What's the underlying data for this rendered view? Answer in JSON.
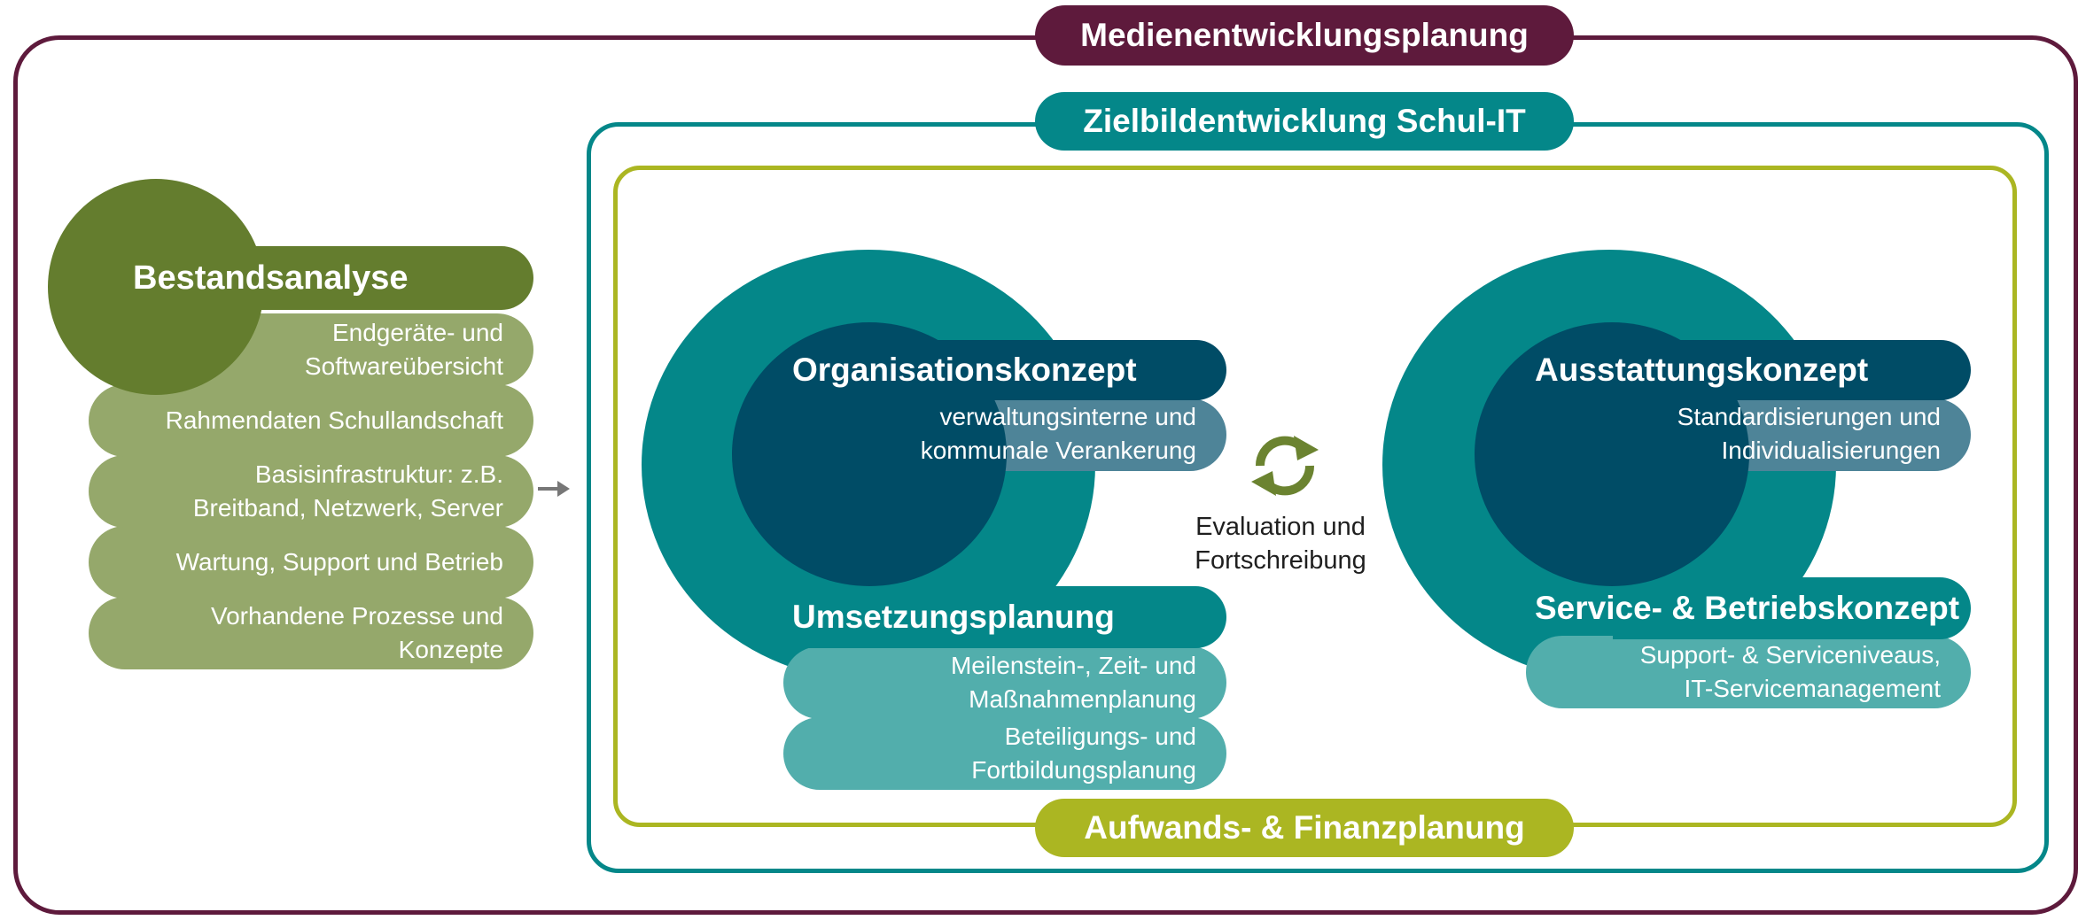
{
  "colors": {
    "outer": "#5e1a3c",
    "zielbild": "#048789",
    "aufwand": "#abb622",
    "bestand_dark": "#647d2e",
    "bestand_light": "#95a86b",
    "navy": "#004c66",
    "teal_light": "#52aeac",
    "slate": "#4e8498",
    "cycle_icon": "#6b8330"
  },
  "labels": {
    "outer_title": "Medienentwicklungsplanung",
    "zielbild_title": "Zielbildentwicklung Schul-IT",
    "aufwand_title": "Aufwands- & Finanzplanung",
    "center": [
      "Evaluation und",
      "Fortschreibung"
    ]
  },
  "icons": {
    "arrow": "arrow-right-icon",
    "cycle": "refresh-cycle-icon"
  },
  "bestandsanalyse": {
    "title": "Bestandsanalyse",
    "items": [
      [
        "Endgeräte- und",
        "Softwareübersicht"
      ],
      [
        "Rahmendaten Schullandschaft"
      ],
      [
        "Basisinfrastruktur: z.B.",
        "Breitband, Netzwerk, Server"
      ],
      [
        "Wartung, Support und Betrieb"
      ],
      [
        "Vorhandene Prozesse und",
        "Konzepte"
      ]
    ]
  },
  "organisation": {
    "title": "Organisationskonzept",
    "sub": [
      "verwaltungsinterne und",
      "kommunale Verankerung"
    ]
  },
  "umsetzung": {
    "title": "Umsetzungsplanung",
    "items": [
      [
        "Meilenstein-, Zeit- und",
        "Maßnahmenplanung"
      ],
      [
        "Beteiligungs- und",
        "Fortbildungsplanung"
      ]
    ]
  },
  "ausstattung": {
    "title": "Ausstattungskonzept",
    "sub": [
      "Standardisierungen und",
      "Individualisierungen"
    ]
  },
  "service": {
    "title": "Service- & Betriebskonzept",
    "sub": [
      "Support- & Serviceniveaus,",
      "IT-Servicemanagement"
    ]
  }
}
